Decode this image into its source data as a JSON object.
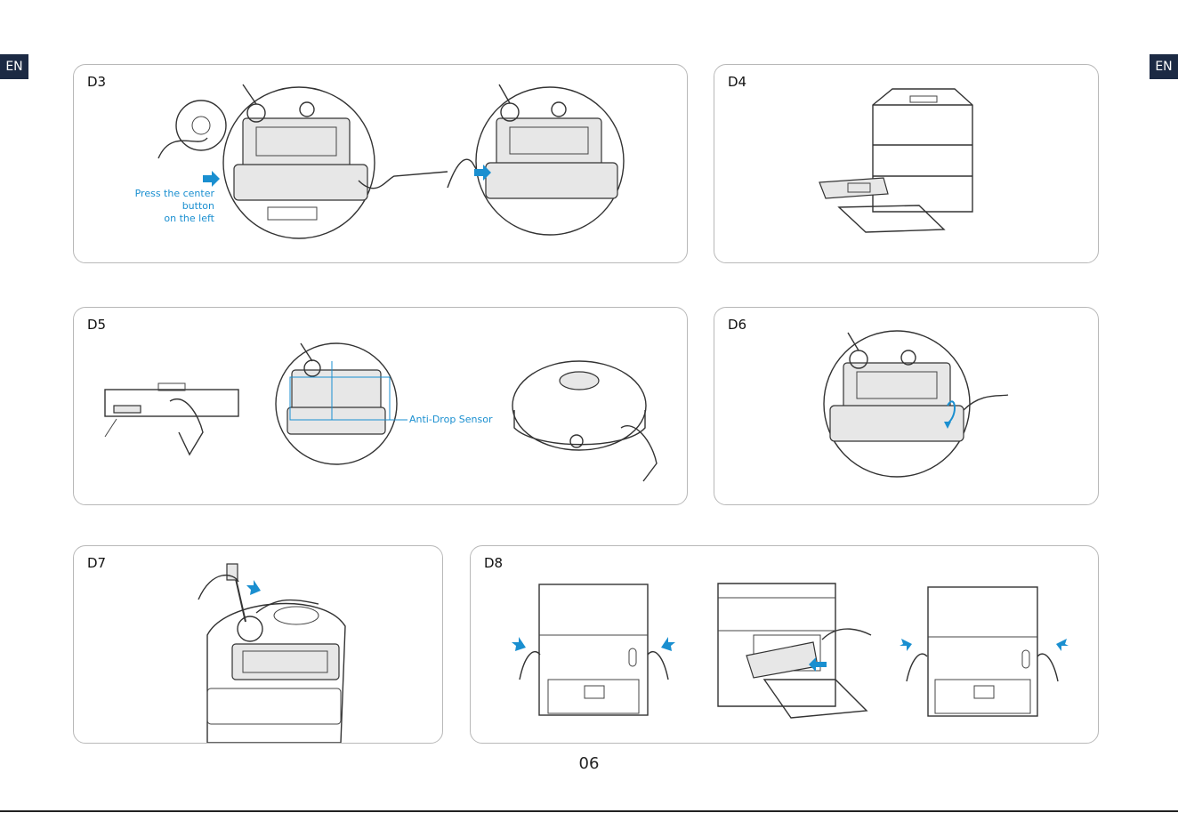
{
  "language_tag_left": "EN",
  "language_tag_right": "EN",
  "panels": {
    "d3": {
      "label": "D3",
      "callout_line1": "Press the center button",
      "callout_line2": "on the left"
    },
    "d4": {
      "label": "D4"
    },
    "d5": {
      "label": "D5",
      "callout": "Anti-Drop Sensor"
    },
    "d6": {
      "label": "D6"
    },
    "d7": {
      "label": "D7"
    },
    "d8": {
      "label": "D8"
    }
  },
  "page_number": "06",
  "colors": {
    "accent": "#1a8fd0",
    "tag_bg": "#1c2a44",
    "border": "#b8b8b8"
  }
}
